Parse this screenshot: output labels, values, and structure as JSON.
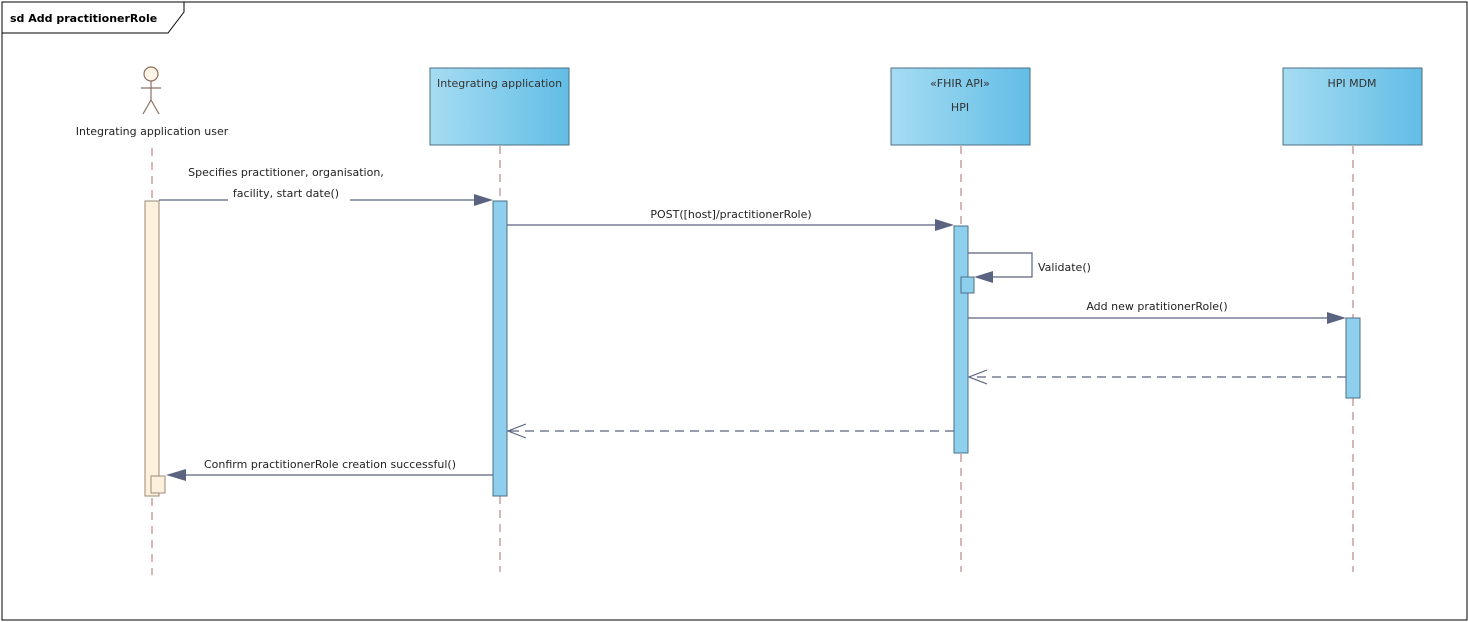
{
  "diagram": {
    "frame_title": "sd Add practitionerRole",
    "participants": {
      "user": {
        "label": "Integrating application user"
      },
      "app": {
        "label": "Integrating application"
      },
      "hpi": {
        "stereotype": "«FHIR API»",
        "label": "HPI"
      },
      "mdm": {
        "label": "HPI MDM"
      }
    },
    "messages": [
      {
        "lines": [
          "Specifies practitioner, organisation,",
          "facility, start date()"
        ]
      },
      {
        "lines": [
          "POST([host]/practitionerRole)"
        ]
      },
      {
        "lines": [
          "Validate()"
        ]
      },
      {
        "lines": [
          "Add new pratitionerRole()"
        ]
      },
      {
        "lines": [
          "Confirm practitionerRole creation successful()"
        ]
      }
    ],
    "colors": {
      "lifeline_box": "#7dcaea",
      "activation": "#8dcfec",
      "user_activation": "#fdf0dc",
      "arrow": "#5a6480",
      "lifeline_dash": "#a87070"
    }
  }
}
